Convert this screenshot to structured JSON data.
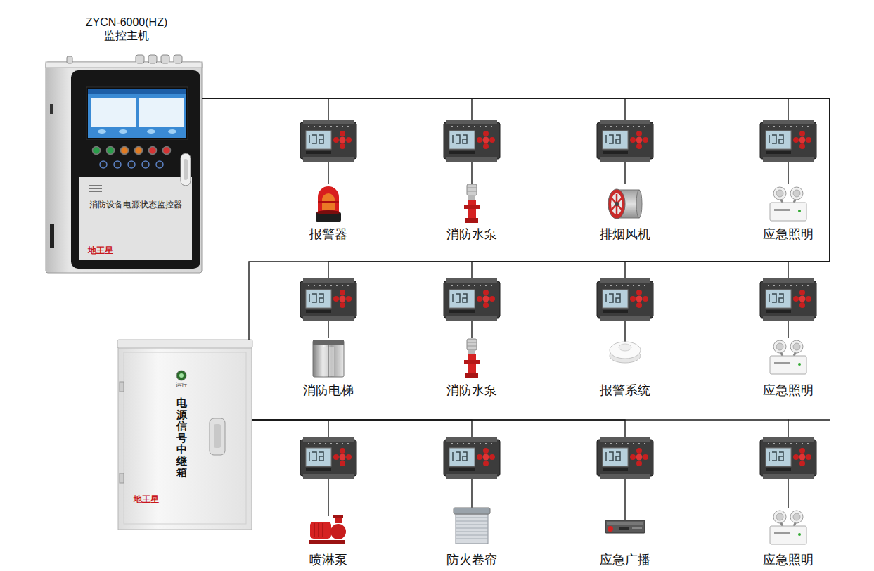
{
  "diagram": {
    "nodes": [
      {
        "text": [
          "ZYCN-6000(HZ) 监控主机",
          "消防设备电源状态监控器",
          "地王星"
        ]
      },
      {
        "text": [
          "报警器"
        ]
      },
      {
        "text": [
          "消防水泵"
        ]
      },
      {
        "text": [
          "排烟风机"
        ]
      },
      {
        "text": [
          "应急照明"
        ]
      },
      {
        "text": [
          "运行",
          "电源信号中继箱",
          "地王星"
        ]
      },
      {
        "text": [
          "消防电梯"
        ]
      },
      {
        "text": [
          "消防水泵"
        ]
      },
      {
        "text": [
          "报警系统"
        ]
      },
      {
        "text": [
          "应急照明"
        ]
      },
      {
        "text": [
          "喷淋泵"
        ]
      },
      {
        "text": [
          "防火卷帘"
        ]
      },
      {
        "text": [
          "应急广播"
        ]
      },
      {
        "text": [
          "应急照明"
        ]
      }
    ],
    "edges": [
      {
        "from": 0,
        "to": 1,
        "arrow": "none"
      },
      {
        "from": 0,
        "to": 2,
        "arrow": "none"
      },
      {
        "from": 0,
        "to": 3,
        "arrow": "none"
      },
      {
        "from": 0,
        "to": 4,
        "arrow": "none"
      },
      {
        "from": 0,
        "to": 5,
        "arrow": "none"
      },
      {
        "from": 0,
        "to": 6,
        "arrow": "none"
      },
      {
        "from": 0,
        "to": 7,
        "arrow": "none"
      },
      {
        "from": 0,
        "to": 8,
        "arrow": "none"
      },
      {
        "from": 0,
        "to": 9,
        "arrow": "none"
      },
      {
        "from": 5,
        "to": 10,
        "arrow": "none"
      },
      {
        "from": 5,
        "to": 11,
        "arrow": "none"
      },
      {
        "from": 5,
        "to": 12,
        "arrow": "none"
      },
      {
        "from": 5,
        "to": 13,
        "arrow": "none"
      }
    ]
  }
}
